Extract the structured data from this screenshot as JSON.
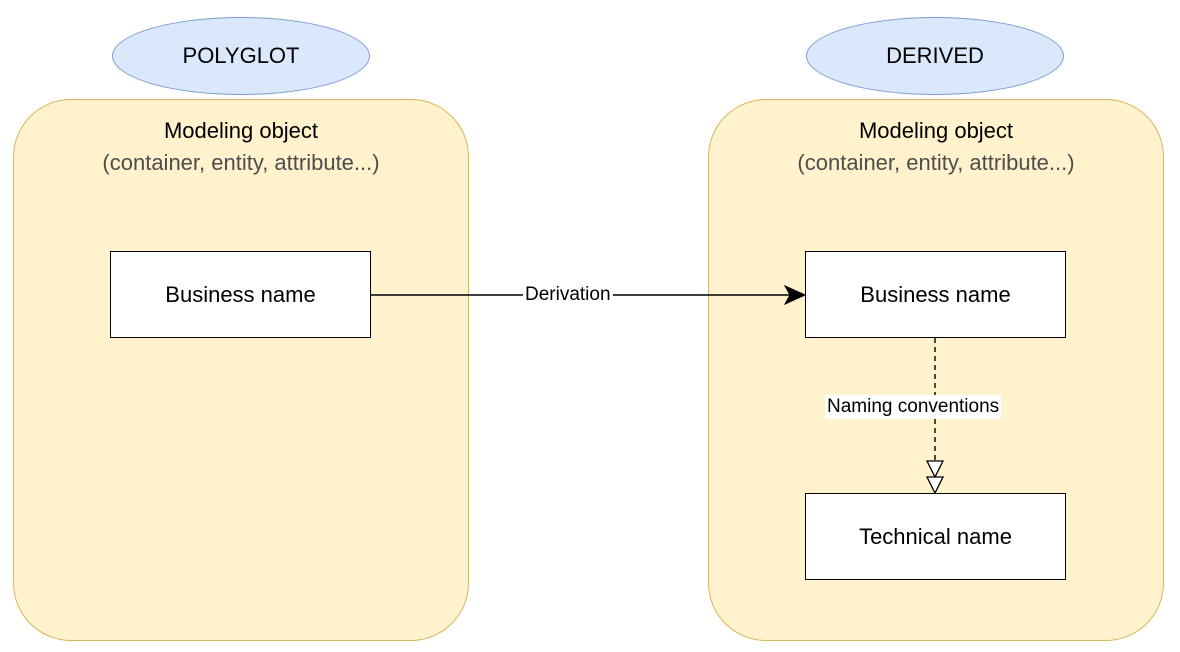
{
  "left_panel": {
    "badge": "POLYGLOT",
    "title": "Modeling object",
    "subtitle": "(container, entity, attribute...)",
    "box_label": "Business name"
  },
  "right_panel": {
    "badge": "DERIVED",
    "title": "Modeling object",
    "subtitle": "(container, entity, attribute...)",
    "business_box_label": "Business name",
    "technical_box_label": "Technical name"
  },
  "edges": {
    "derivation_label": "Derivation",
    "naming_label": "Naming conventions"
  },
  "colors": {
    "ellipse_fill": "#dae8fc",
    "ellipse_stroke": "#7c9cd4",
    "panel_fill": "#fff2cc",
    "panel_stroke": "#d6b656",
    "box_fill": "#ffffff",
    "box_stroke": "#000000"
  }
}
